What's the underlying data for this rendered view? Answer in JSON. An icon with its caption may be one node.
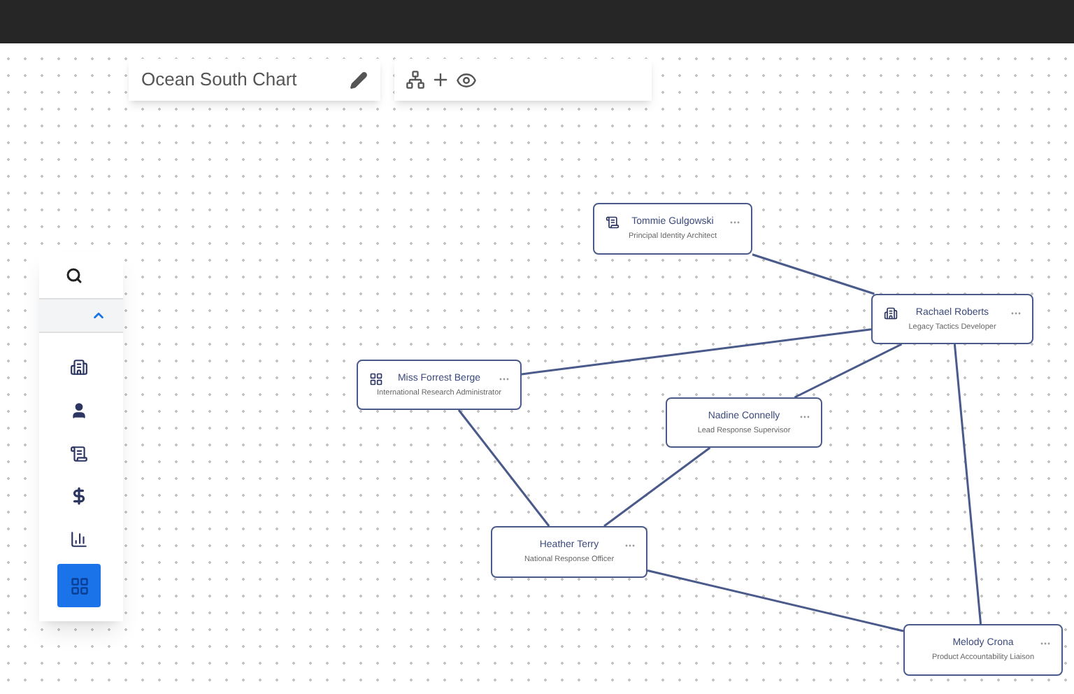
{
  "diagram": {
    "nodes": [
      {
        "text": [
          "Tommie Gulgowski",
          "Principal Identity Architect"
        ]
      },
      {
        "text": [
          "Rachael Roberts",
          "Legacy Tactics Developer"
        ]
      },
      {
        "text": [
          "Miss Forrest Berge",
          "International Research Administrator"
        ]
      },
      {
        "text": [
          "Nadine Connelly",
          "Lead Response Supervisor"
        ]
      },
      {
        "text": [
          "Heather Terry",
          "National Response Officer"
        ]
      },
      {
        "text": [
          "Melody Crona",
          "Product Accountability Liaison"
        ]
      }
    ],
    "edges": [
      {
        "from": 0,
        "to": 1,
        "arrow": "none"
      },
      {
        "from": 1,
        "to": 2,
        "arrow": "none"
      },
      {
        "from": 1,
        "to": 3,
        "arrow": "none"
      },
      {
        "from": 1,
        "to": 5,
        "arrow": "none"
      },
      {
        "from": 2,
        "to": 4,
        "arrow": "none"
      },
      {
        "from": 3,
        "to": 4,
        "arrow": "none"
      },
      {
        "from": 4,
        "to": 5,
        "arrow": "none"
      }
    ],
    "labels": [
      "Ocean South Chart"
    ]
  }
}
